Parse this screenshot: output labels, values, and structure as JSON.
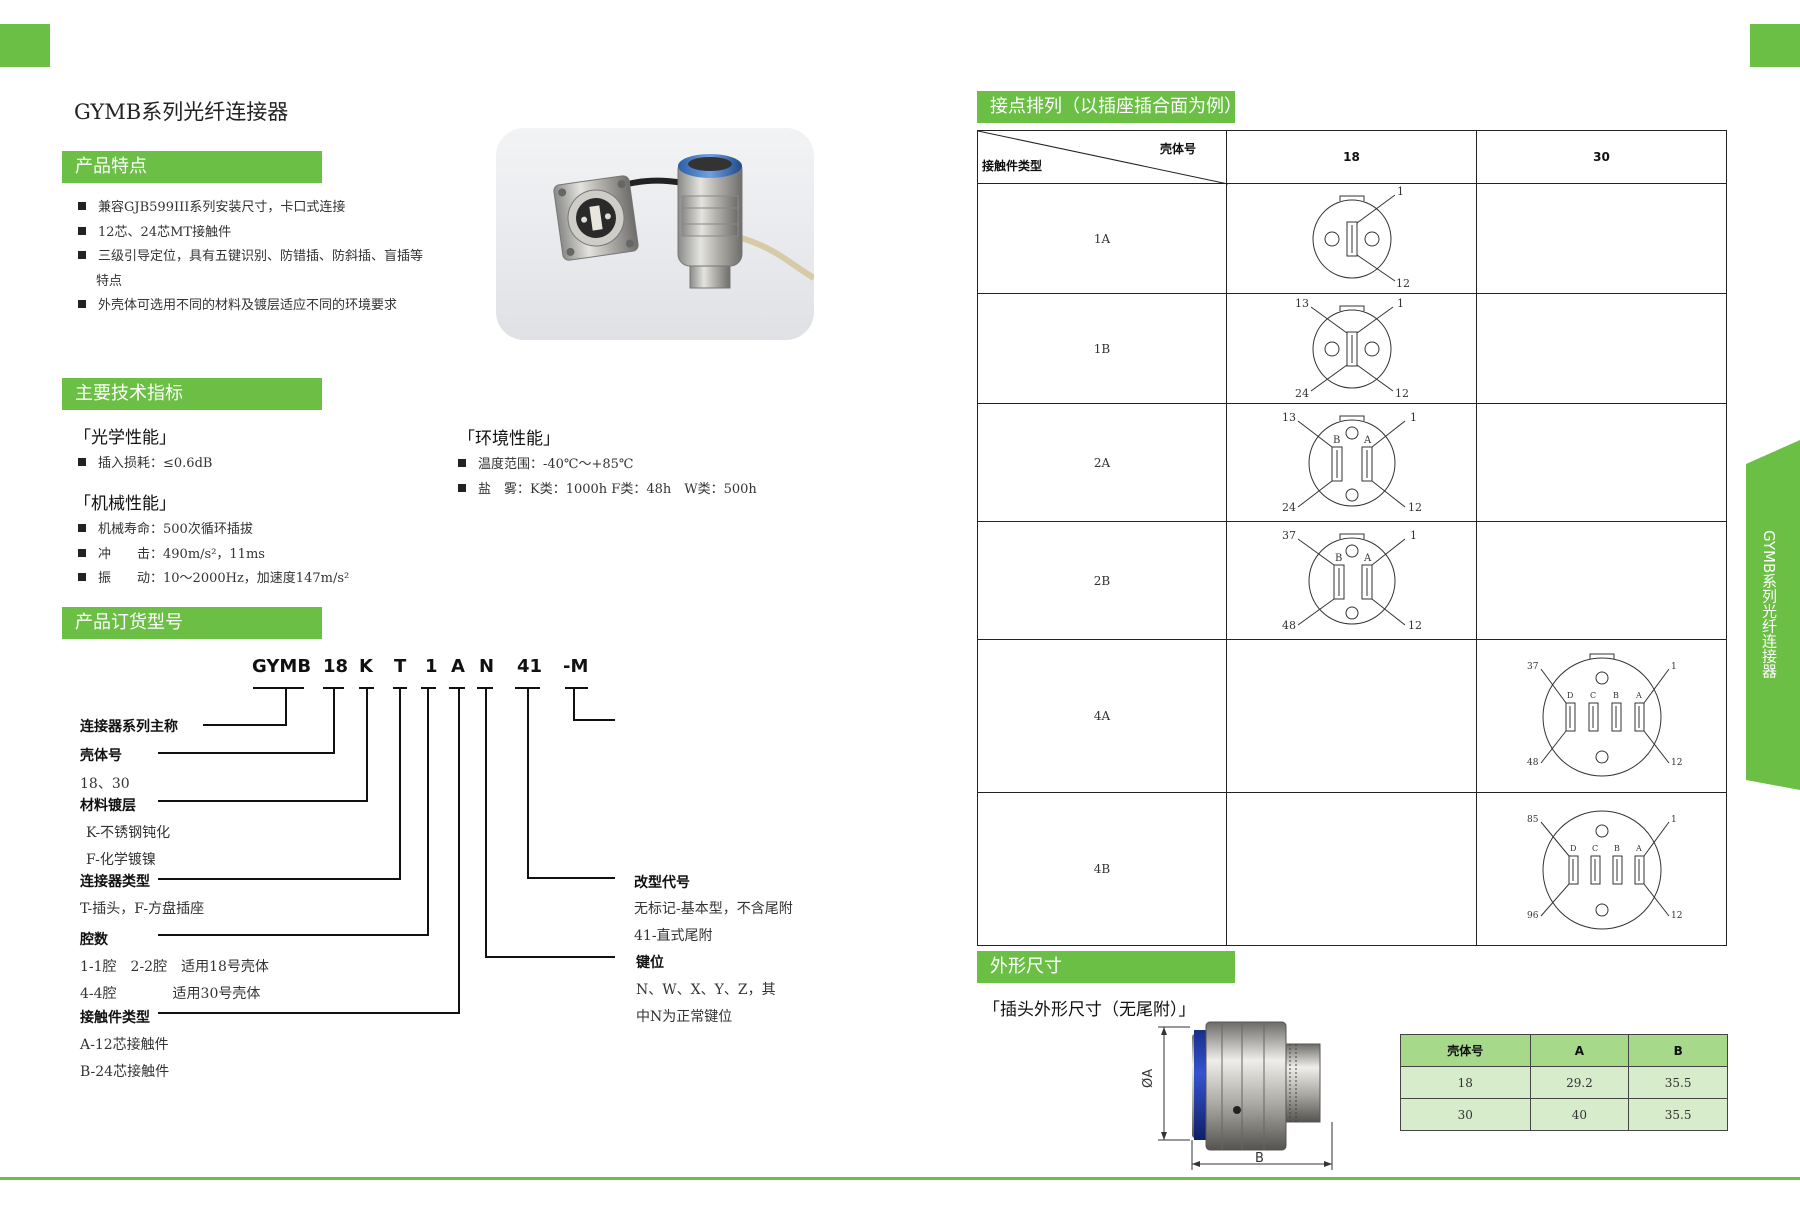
{
  "title": "GYMB系列光纤连接器",
  "sections": {
    "features": "产品特点",
    "specs": "主要技术指标",
    "ordering": "产品订货型号",
    "pin_layout": "接点排列（以插座插合面为例）",
    "dimensions": "外形尺寸"
  },
  "features": [
    "兼容GJB599III系列安装尺寸，卡口式连接",
    "12芯、24芯MT接触件",
    "三级引导定位，具有五键识别、防错插、防斜插、盲插等",
    "特点",
    "外壳体可选用不同的材料及镀层适应不同的环境要求"
  ],
  "specs": {
    "optical_title": "「光学性能」",
    "optical": [
      "插入损耗：≤0.6dB"
    ],
    "mechanical_title": "「机械性能」",
    "mechanical": [
      "机械寿命：500次循环插拔",
      "冲　　击：490m/s²，11ms",
      "振　　动：10～2000Hz，加速度147m/s²"
    ],
    "environment_title": "「环境性能」",
    "environment": [
      "温度范围：-40℃～+85℃",
      "盐　雾：K类：1000h F类：48h　W类：500h"
    ]
  },
  "ordering": {
    "codes": [
      "GYMB",
      "18",
      "K",
      "T",
      "1",
      "A",
      "N",
      "41",
      "-M"
    ],
    "series_name": "连接器系列主称",
    "shell_no": "壳体号",
    "shell_values": "18、30",
    "plating": "材料镀层",
    "plating_k": "K-不锈钢钝化",
    "plating_f": "F-化学镀镍",
    "conn_type": "连接器类型",
    "conn_type_values": "T-插头，F-方盘插座",
    "cavity": "腔数",
    "cavity_1": "1-1腔　2-2腔　适用18号壳体",
    "cavity_2": "4-4腔　　　　适用30号壳体",
    "contact_type": "接触件类型",
    "contact_a": "A-12芯接触件",
    "contact_b": "B-24芯接触件",
    "mod_code": "改型代号",
    "mod_1": "无标记-基本型，不含尾附",
    "mod_2": "41-直式尾附",
    "key_pos": "键位",
    "key_1": "N、W、X、Y、Z，其",
    "key_2": "中N为正常键位"
  },
  "pin_table": {
    "header_shell": "壳体号",
    "header_contact": "接触件类型",
    "col_18": "18",
    "col_30": "30",
    "rows": [
      "1A",
      "1B",
      "2A",
      "2B",
      "4A",
      "4B"
    ],
    "labels": {
      "r1": [
        "1",
        "12"
      ],
      "r2": [
        "13",
        "1",
        "24",
        "12"
      ],
      "r3": [
        "13",
        "1",
        "24",
        "12",
        "B",
        "A"
      ],
      "r4": [
        "37",
        "1",
        "48",
        "12",
        "B",
        "A"
      ],
      "r5": [
        "37",
        "1",
        "48",
        "12",
        "D",
        "C",
        "B",
        "A"
      ],
      "r6": [
        "85",
        "1",
        "96",
        "12",
        "D",
        "C",
        "B",
        "A"
      ]
    }
  },
  "dimensions": {
    "subtitle": "「插头外形尺寸（无尾附）」",
    "label_a": "ØA",
    "label_b": "B",
    "table": {
      "headers": [
        "壳体号",
        "A",
        "B"
      ],
      "rows": [
        [
          "18",
          "29.2",
          "35.5"
        ],
        [
          "30",
          "40",
          "35.5"
        ]
      ]
    }
  },
  "side_tab": "GYMB系列光纤连接器",
  "colors": {
    "accent": "#6cbf45",
    "table_header": "#a6d98a",
    "table_row": "#d6eccb"
  }
}
